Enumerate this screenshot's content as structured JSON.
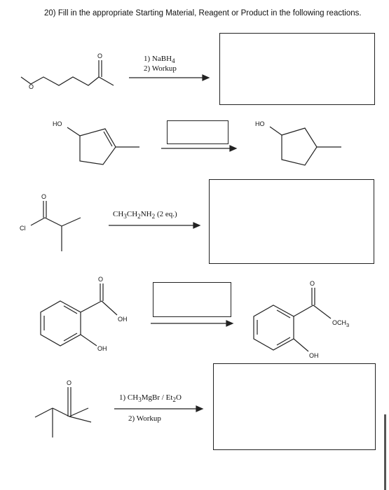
{
  "question": {
    "title": "20) Fill in the appropriate Starting Material, Reagent or Product in the following reactions."
  },
  "reactions": [
    {
      "id": 1,
      "reagents": [
        "1) NaBH4",
        "2) Workup"
      ]
    },
    {
      "id": 2,
      "start_label": "HO",
      "product_label": "HO"
    },
    {
      "id": 3,
      "start_label": "Cl",
      "reagents": [
        "CH3CH2NH2 (2 eq.)"
      ]
    },
    {
      "id": 4,
      "start_labels": [
        "OH",
        "OH"
      ],
      "product_labels": [
        "OCH3",
        "OH"
      ]
    },
    {
      "id": 5,
      "reagents": [
        "1) CH3MgBr / Et2O",
        "2) Workup"
      ]
    }
  ]
}
